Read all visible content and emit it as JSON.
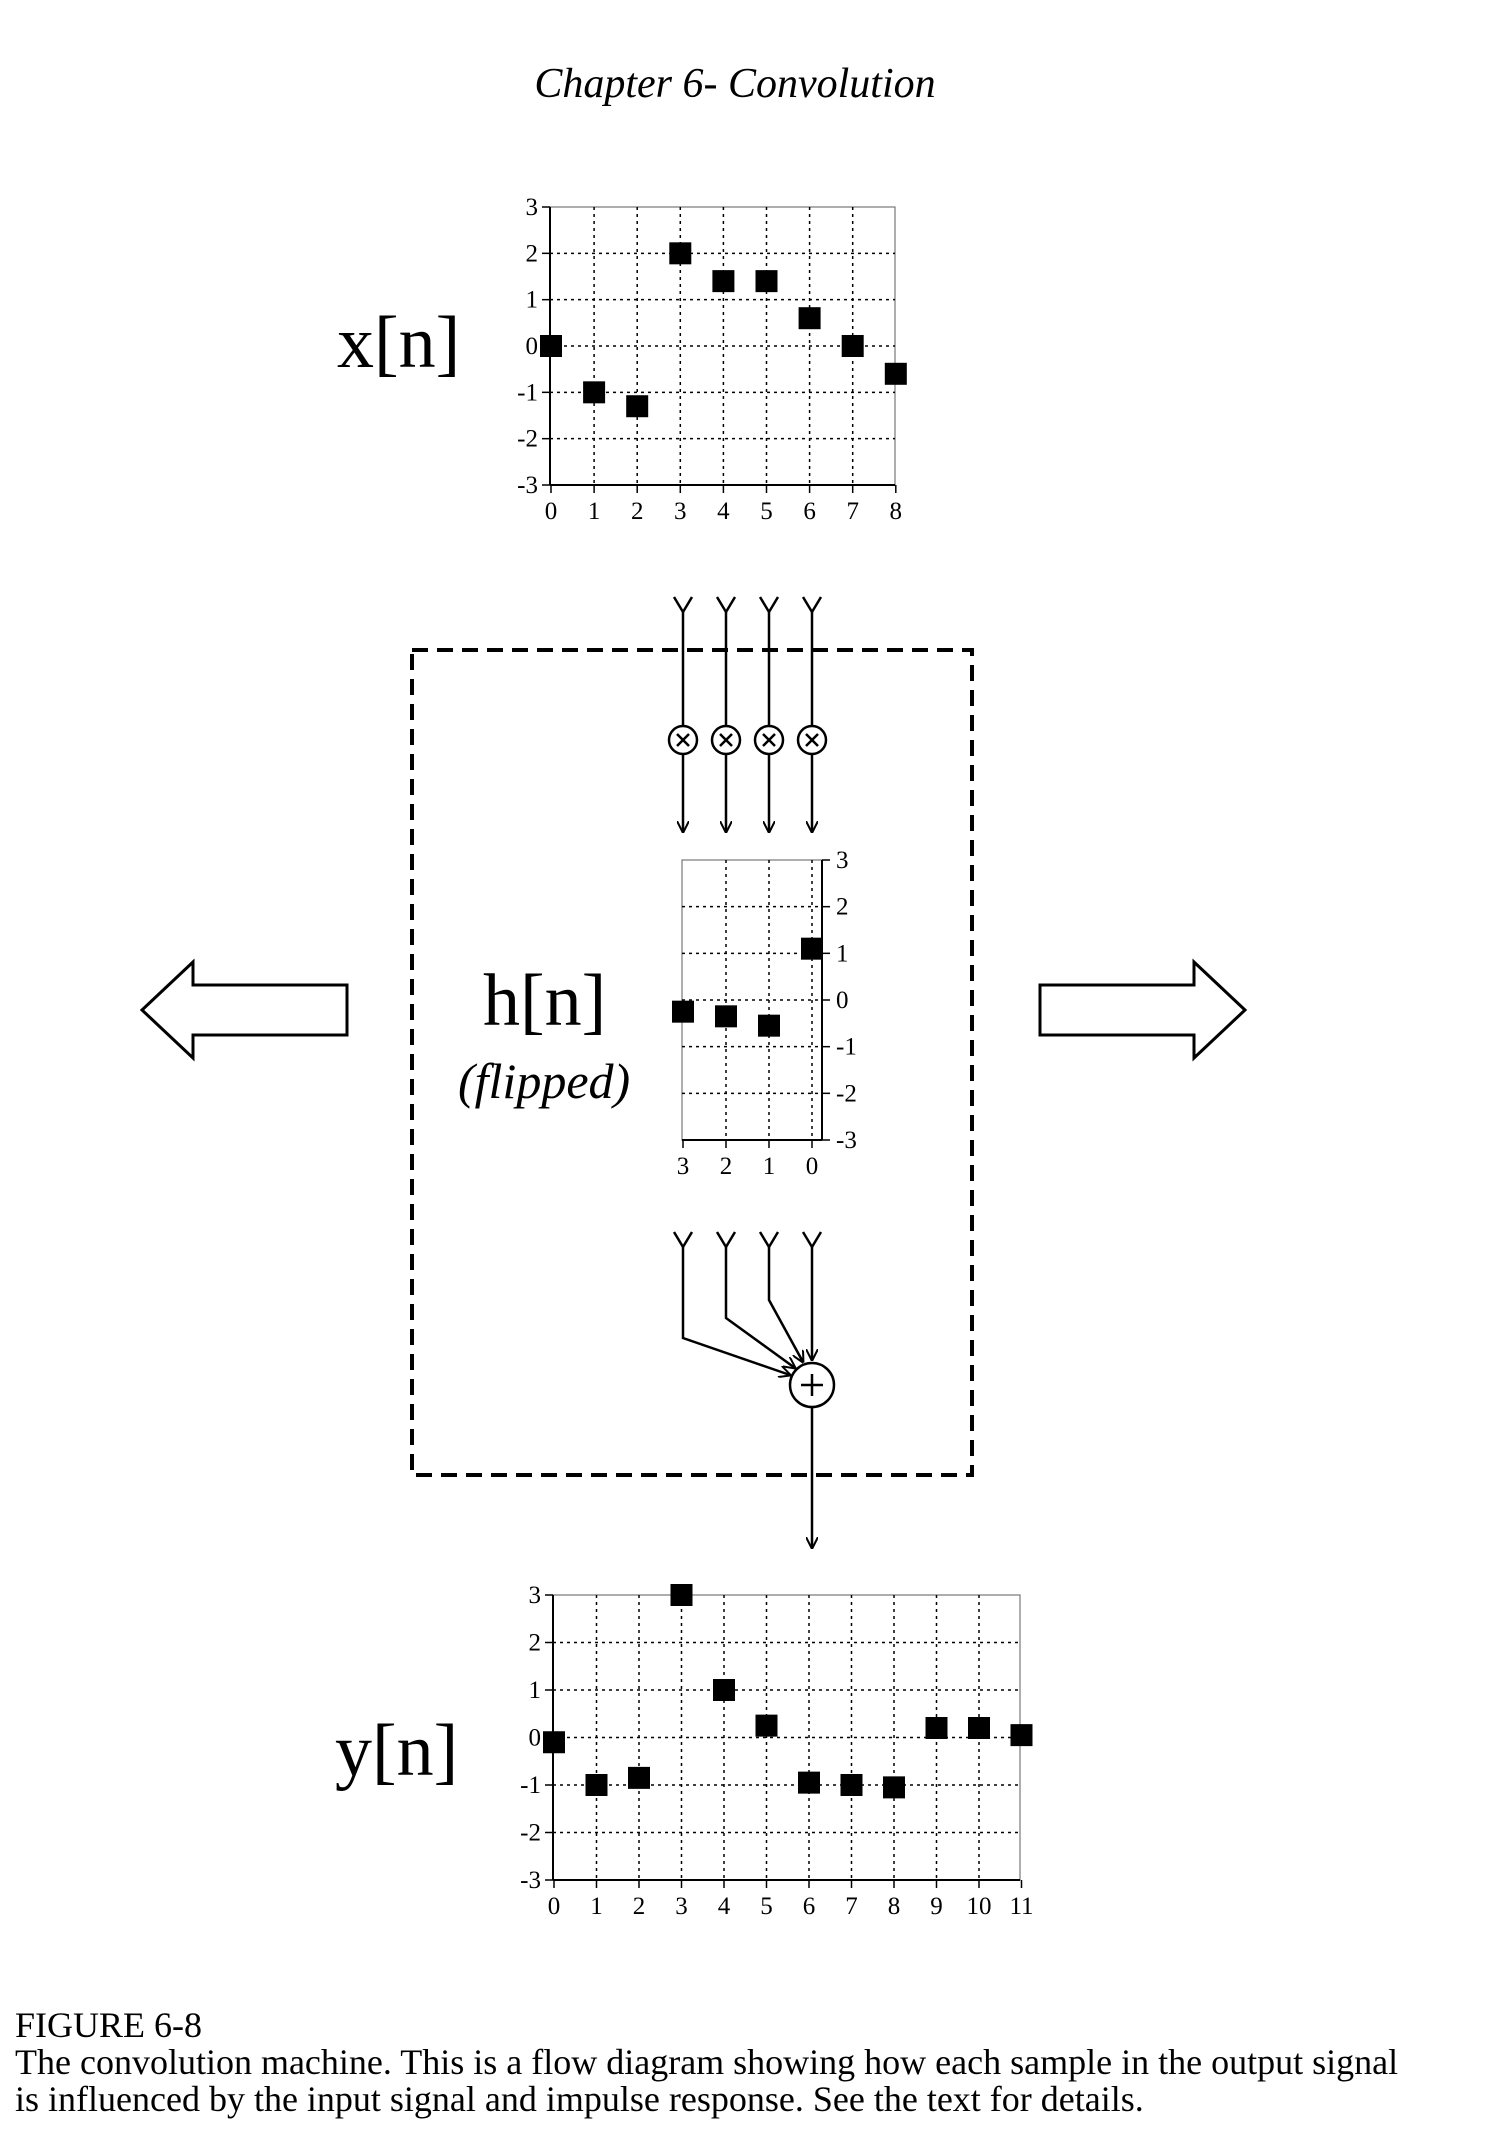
{
  "header": {
    "title": "Chapter 6- Convolution"
  },
  "labels": {
    "x": "x[n]",
    "h": "h[n]",
    "h_note": "(flipped)",
    "y": "y[n]"
  },
  "caption": {
    "figure": "FIGURE 6-8",
    "line1": "The convolution machine.  This is a flow diagram showing how each sample in the output signal",
    "line2": "is influenced by the input signal and impulse response.  See the text for details."
  },
  "chart_data": [
    {
      "type": "scatter",
      "title": "x[n]",
      "xlabel": "",
      "ylabel": "",
      "x": [
        0,
        1,
        2,
        3,
        4,
        5,
        6,
        7,
        8
      ],
      "y": [
        0,
        -1,
        -1.3,
        2,
        1.4,
        1.4,
        0.6,
        0,
        -0.6
      ],
      "xticks": [
        "0",
        "1",
        "2",
        "3",
        "4",
        "5",
        "6",
        "7",
        "8"
      ],
      "yticks": [
        "3",
        "2",
        "1",
        "0",
        "-1",
        "-2",
        "-3"
      ],
      "xlim": [
        0,
        8
      ],
      "ylim": [
        -3,
        3
      ],
      "grid": true
    },
    {
      "type": "scatter",
      "title": "h[n] (flipped)",
      "xlabel": "",
      "ylabel": "",
      "x": [
        3,
        2,
        1,
        0
      ],
      "y": [
        -0.25,
        -0.35,
        -0.55,
        1.1
      ],
      "xticks": [
        "3",
        "2",
        "1",
        "0"
      ],
      "yticks": [
        "3",
        "2",
        "1",
        "0",
        "-1",
        "-2",
        "-3"
      ],
      "xlim": [
        3,
        0
      ],
      "ylim": [
        -3,
        3
      ],
      "grid": true
    },
    {
      "type": "scatter",
      "title": "y[n]",
      "xlabel": "",
      "ylabel": "",
      "x": [
        0,
        1,
        2,
        3,
        4,
        5,
        6,
        7,
        8,
        9,
        10,
        11
      ],
      "y": [
        -0.1,
        -1,
        -0.85,
        3,
        1,
        0.25,
        -0.95,
        -1,
        -1.05,
        0.2,
        0.2,
        0.05
      ],
      "xticks": [
        "0",
        "1",
        "2",
        "3",
        "4",
        "5",
        "6",
        "7",
        "8",
        "9",
        "10",
        "11"
      ],
      "yticks": [
        "3",
        "2",
        "1",
        "0",
        "-1",
        "-2",
        "-3"
      ],
      "xlim": [
        0,
        11
      ],
      "ylim": [
        -3,
        3
      ],
      "grid": true
    }
  ]
}
